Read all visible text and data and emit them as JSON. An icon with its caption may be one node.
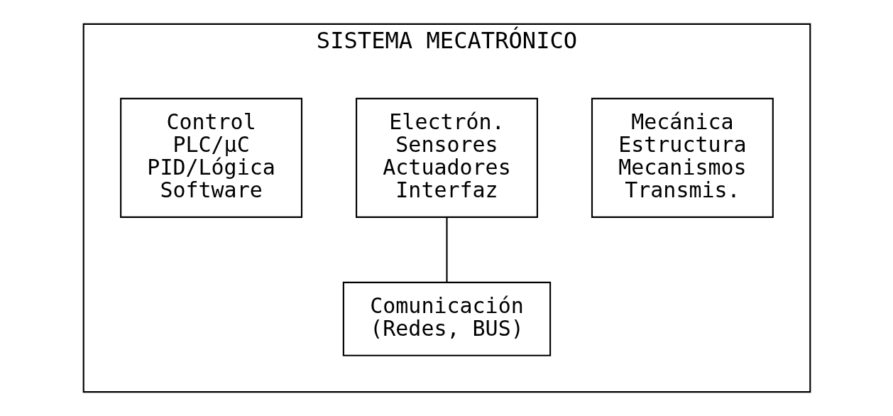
{
  "diagram": {
    "nodes": [
      {
        "text": [
          "SISTEMA MECATRÓNICO"
        ]
      },
      {
        "text": [
          "Mecánica",
          "Estructura",
          "Mecanismos",
          "Transmis."
        ],
        "in": 0
      },
      {
        "text": [
          "Electrón.",
          "Sensores",
          "Actuadores",
          "Interfaz"
        ],
        "in": 0
      },
      {
        "text": [
          "Control",
          "PLC/µC",
          "PID/Lógica",
          "Software"
        ],
        "in": 0
      },
      {
        "text": [
          "Comunicación",
          "(Redes, BUS)"
        ],
        "in": 0
      }
    ],
    "edges": [
      {
        "from": 2,
        "to": 4,
        "arrow": "none"
      }
    ]
  }
}
